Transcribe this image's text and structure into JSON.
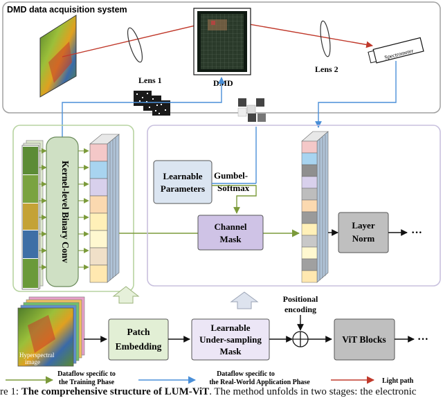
{
  "figure": {
    "system_title": "DMD data acquisition system",
    "lens1": "Lens 1",
    "lens2": "Lens 2",
    "dmd": "DMD",
    "spectrometer": "Spectrometer",
    "kernel_conv": "Kernel-level Binary Conv",
    "learnable_params_line1": "Learnable",
    "learnable_params_line2": "Parameters",
    "gumbel_line1": "Gumbel-",
    "gumbel_line2": "Softmax",
    "channel_mask_line1": "Channel",
    "channel_mask_line2": "Mask",
    "layer_norm_line1": "Layer",
    "layer_norm_line2": "Norm",
    "ellipsis": "···",
    "positional_line1": "Positional",
    "positional_line2": "encoding",
    "patch_embedding_line1": "Patch",
    "patch_embedding_line2": "Embedding",
    "undersampling_line1": "Learnable",
    "undersampling_line2": "Under-sampling",
    "undersampling_line3": "Mask",
    "vit_blocks": "ViT Blocks",
    "hyperspectral_line1": "Hyperspectral",
    "hyperspectral_line2": "image"
  },
  "legend": {
    "training_line1": "Dataflow specific to",
    "training_line2": "the Training Phase",
    "realworld_line1": "Dataflow specific to",
    "realworld_line2": "the Real-World Application Phase",
    "light_path": "Light path"
  },
  "caption": {
    "prefix": "re 1: ",
    "bold": "The comprehensive structure of LUM-ViT",
    "rest": ". The method unfolds in two stages: the electronic"
  },
  "colors": {
    "green_arrow": "#7b9a3a",
    "blue_arrow": "#4a8fd8",
    "red_light": "#c0392b",
    "mask_purple": "#cfc3e6",
    "params_blue": "#dbe5f1",
    "layer_norm_gray": "#bfbfbf",
    "patch_green": "#e2efd5"
  }
}
